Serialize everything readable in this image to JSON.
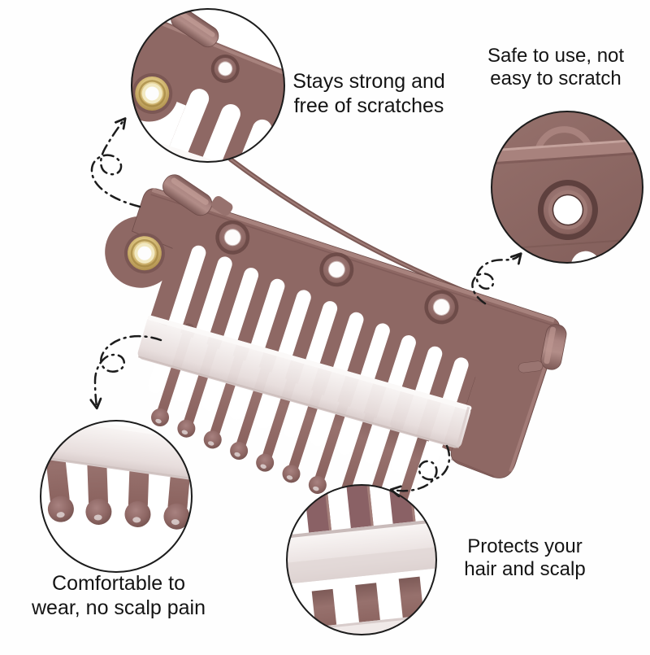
{
  "callouts": {
    "top_left": {
      "line1": "Stays strong and",
      "line2": "free of scratches"
    },
    "top_right": {
      "line1": "Safe to use, not",
      "line2": "easy to scratch"
    },
    "bottom_left": {
      "line1": "Comfortable to",
      "line2": "wear, no scalp pain"
    },
    "bottom_right": {
      "line1": "Protects your",
      "line2": "hair and scalp"
    }
  },
  "colors": {
    "background": "#fefefe",
    "text_black": "#141414",
    "line_black": "#1c1c1c",
    "comb_brown": "#8e6864",
    "comb_brown_dark": "#6e4c49",
    "comb_brown_light": "#a8827d",
    "strip_ivory": "#f0eae9",
    "eyelet_gold": "#c8ae6e"
  }
}
